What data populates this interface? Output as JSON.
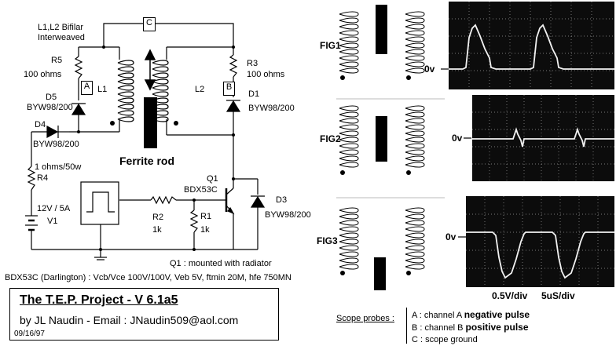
{
  "circuit": {
    "bifilar_line1": "L1,L2 Bifilar",
    "bifilar_line2": "Interweaved",
    "point_c": "C",
    "point_a": "A",
    "point_b": "B",
    "r5_name": "R5",
    "r5_value": "100 ohms",
    "r3_name": "R3",
    "r3_value": "100 ohms",
    "l1": "L1",
    "l2": "L2",
    "d5_name": "D5",
    "d5_part": "BYW98/200",
    "d1_name": "D1",
    "d1_part": "BYW98/200",
    "d4_name": "D4",
    "d4_part": "BYW98/200",
    "ferrite": "Ferrite rod",
    "r4_value": "1 ohms/50w",
    "r4_name": "R4",
    "v1_value": "12V / 5A",
    "v1_name": "V1",
    "q1_name": "Q1",
    "q1_part": "BDX53C",
    "d3_name": "D3",
    "d3_part": "BYW98/200",
    "r2_name": "R2",
    "r2_value": "1k",
    "r1_name": "R1",
    "r1_value": "1k",
    "q1_note": "Q1 : mounted with radiator",
    "bdx_note": "BDX53C (Darlington) : Vcb/Vce 100V/100V, Veb 5V, ftmin 20M, hfe 750MN"
  },
  "title_block": {
    "title": "The T.E.P.  Project - V 6.1a5",
    "author": "by JL Naudin - Email :  JNaudin509@aol.com",
    "date": "09/16/97"
  },
  "figures": {
    "fig1": "FIG1",
    "fig2": "FIG2",
    "fig3": "FIG3",
    "zero1": "0v",
    "zero2": "0v",
    "zero3": "0v",
    "scale_v": "0.5V/div",
    "scale_t": "5uS/div"
  },
  "probes": {
    "label": "Scope probes :",
    "a_prefix": "A : channel A",
    "a_desc": "negative pulse",
    "b_prefix": "B : channel B",
    "b_desc": "positive pulse",
    "c_text": "C : scope ground"
  },
  "colors": {
    "ink": "#000000",
    "scope_bg": "#0c0c0c",
    "trace": "#f2f2f2",
    "graticule": "#9a9a9a"
  }
}
